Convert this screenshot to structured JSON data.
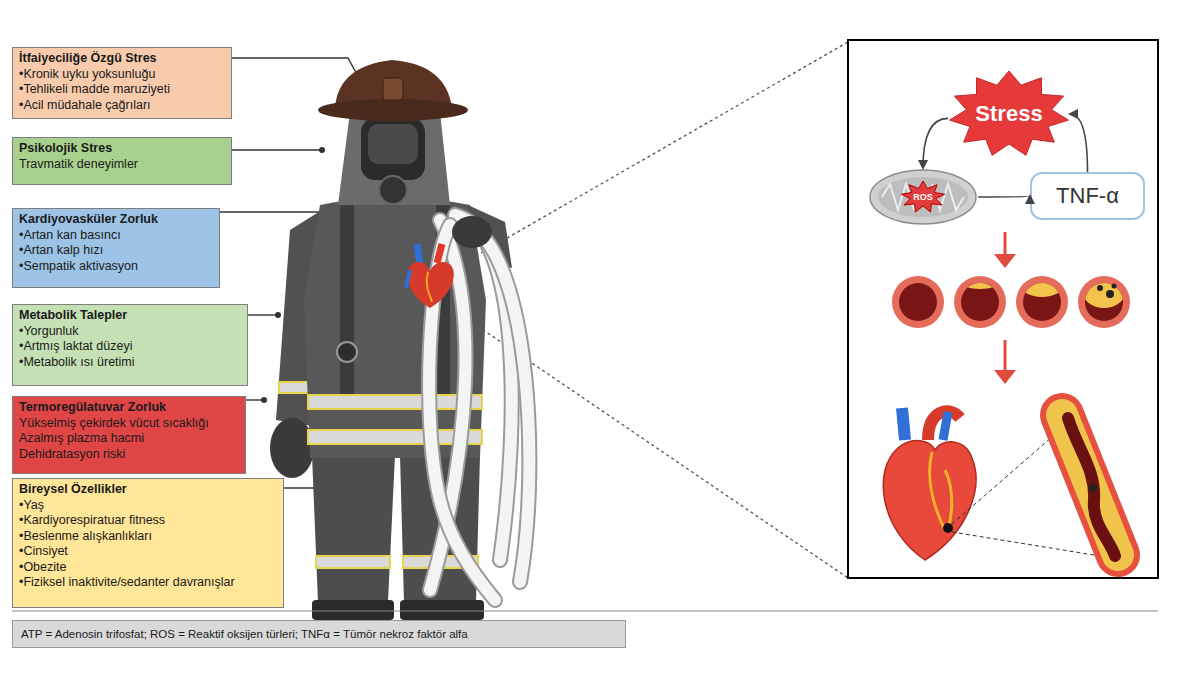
{
  "diagram": {
    "nodes": [
      {
        "text": [
          "İtfaiyeciliğe Özgü Stres",
          "•Kronik uyku yoksunluğu",
          "•Tehlikeli madde maruziyeti",
          "•Acil müdahale çağrıları"
        ]
      },
      {
        "text": [
          "Psikolojik Stres",
          "Travmatik deneyimler"
        ]
      },
      {
        "text": [
          "Kardiyovasküler Zorluk",
          "•Artan kan basıncı",
          "•Artan kalp hızı",
          "•Sempatik aktivasyon"
        ]
      },
      {
        "text": [
          "Metabolik Talepler",
          "•Yorgunluk",
          "•Artmış laktat düzeyi",
          "•Metabolik ısı üretimi"
        ]
      },
      {
        "text": [
          "Termoregülatuvar Zorluk",
          "Yükselmiş çekirdek vücut sıcaklığı",
          "Azalmış plazma hacmi",
          "Dehidratasyon riski"
        ]
      },
      {
        "text": [
          "Bireysel Özellikler",
          "•Yaş",
          "•Kardiyorespiratuar fitness",
          "•Beslenme alışkanlıkları",
          "•Cinsiyet",
          "•Obezite",
          "•Fiziksel inaktivite/sedanter davranışlar"
        ]
      },
      {
        "text": [
          "Stress"
        ]
      },
      {
        "text": [
          "ROS"
        ]
      },
      {
        "text": [
          "TNF-α"
        ]
      },
      {
        "text": [
          "ATP = Adenosin trifosfat; ROS = Reaktif oksijen türleri; TNFα = Tümör nekroz faktör alfa"
        ]
      }
    ],
    "edges": [
      {
        "from": 6,
        "to": 7,
        "arrow": "to"
      },
      {
        "from": 7,
        "to": 8,
        "arrow": "to"
      },
      {
        "from": 8,
        "to": 6,
        "arrow": "to"
      }
    ]
  }
}
